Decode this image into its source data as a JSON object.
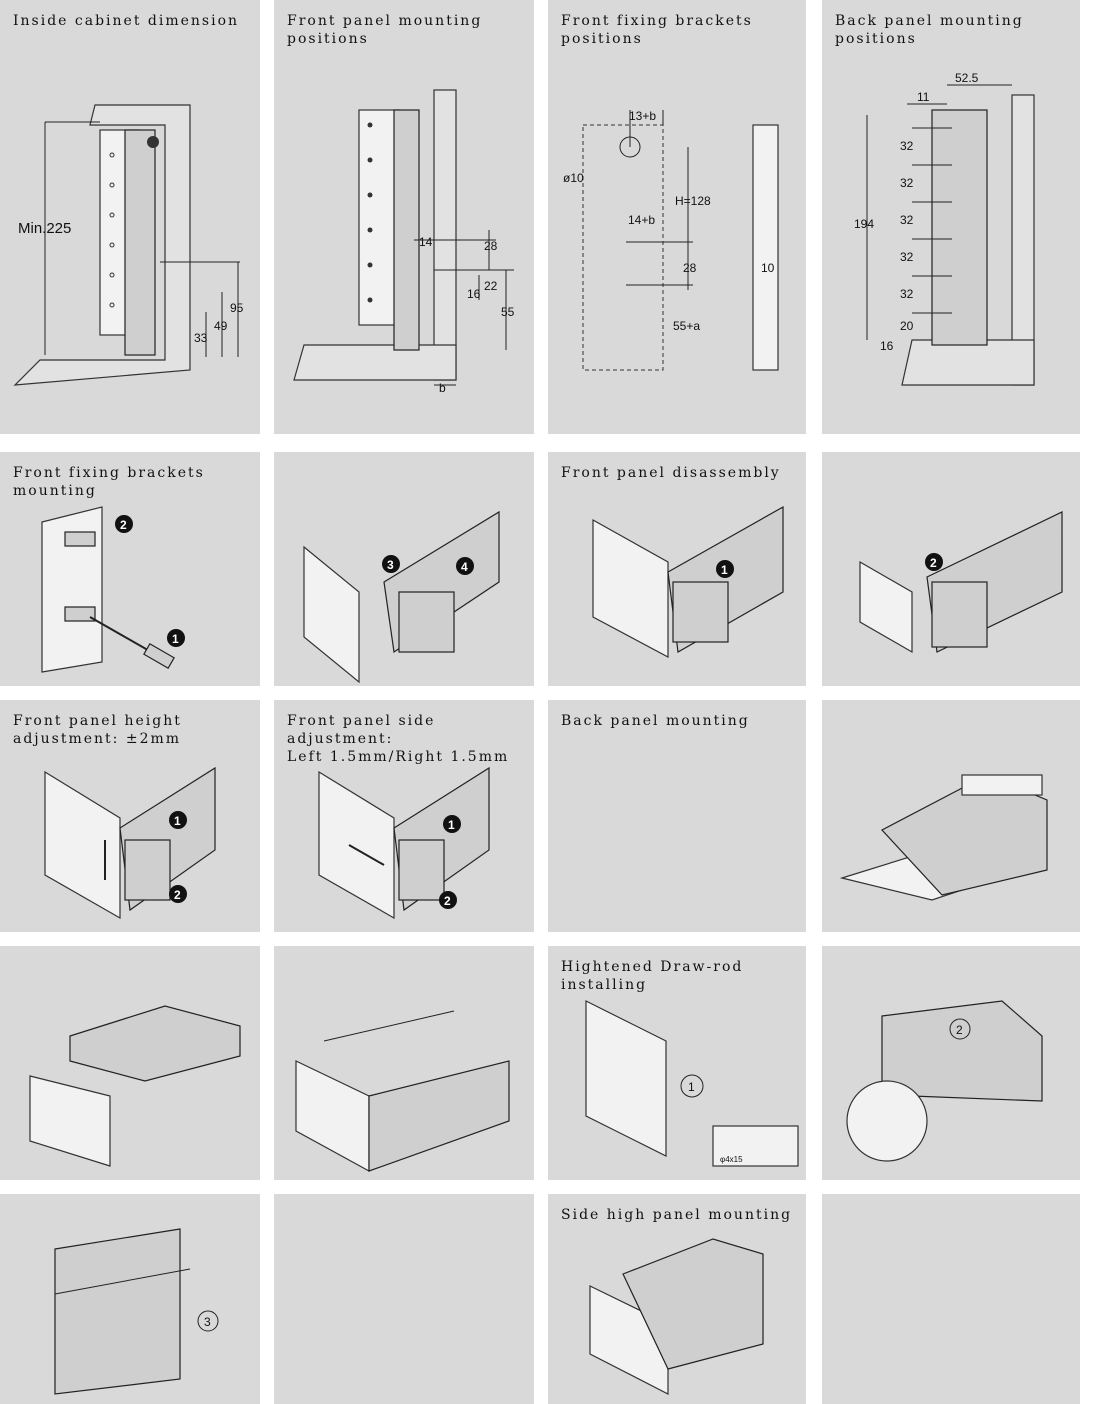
{
  "panels": [
    {
      "title": "Inside cabinet dimension"
    },
    {
      "title": "Front panel mounting positions"
    },
    {
      "title": "Front fixing brackets positions"
    },
    {
      "title": "Back panel mounting positions"
    },
    {
      "title": "Front fixing brackets mounting"
    },
    {
      "title": ""
    },
    {
      "title": "Front panel disassembly"
    },
    {
      "title": ""
    },
    {
      "title": "Front panel height\nadjustment: ±2mm"
    },
    {
      "title": "Front panel side adjustment:\nLeft 1.5mm/Right 1.5mm"
    },
    {
      "title": "Back panel mounting"
    },
    {
      "title": ""
    },
    {
      "title": ""
    },
    {
      "title": ""
    },
    {
      "title": "Hightened Draw-rod installing"
    },
    {
      "title": ""
    },
    {
      "title": ""
    },
    {
      "title": ""
    },
    {
      "title": "Side high panel mounting"
    },
    {
      "title": ""
    }
  ],
  "dimensions": {
    "p1": {
      "min": "Min.225",
      "d95": "95",
      "d49": "49",
      "d33": "33"
    },
    "p2": {
      "d14": "14",
      "d28": "28",
      "d16": "16",
      "d22": "22",
      "d55": "55",
      "b": "b"
    },
    "p3": {
      "d13b": "13+b",
      "phi": "ø10",
      "h128": "H=128",
      "d14b": "14+b",
      "d28": "28",
      "d55a": "55+a",
      "d10": "10"
    },
    "p4": {
      "d525": "52.5",
      "d11": "11",
      "d194": "194",
      "d32": "32",
      "d20": "20",
      "d16": "16"
    }
  },
  "steps": {
    "one": "1",
    "two": "2",
    "three": "3",
    "four": "4"
  },
  "callouts": {
    "c1": "1",
    "c2": "2",
    "c3": "3",
    "screw": "φ4x15"
  }
}
